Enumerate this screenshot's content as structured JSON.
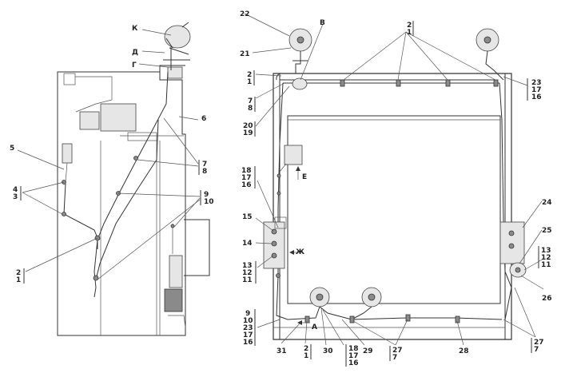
{
  "labels": {
    "k": "К",
    "d": "Д",
    "g": "Г",
    "n5": "5",
    "n6": "6",
    "n4": "4",
    "n3": "3",
    "n7a": "7",
    "n8a": "8",
    "n9a": "9",
    "n10a": "10",
    "n2a": "2",
    "n1a": "1",
    "n22": "22",
    "v": "В",
    "n2b": "2",
    "n1b": "1",
    "n21": "21",
    "n2c": "2",
    "n1c": "1",
    "n23a": "23",
    "n17a": "17",
    "n16a": "16",
    "n7b": "7",
    "n8b": "8",
    "n20": "20",
    "n19": "19",
    "n18a": "18",
    "n17b": "17",
    "n16b": "16",
    "e": "Е",
    "n15": "15",
    "n14": "14",
    "zh": "Ж",
    "n13a": "13",
    "n12a": "12",
    "n11a": "11",
    "n24": "24",
    "n25": "25",
    "n13b": "13",
    "n12b": "12",
    "n11b": "11",
    "n26": "26",
    "n9b": "9",
    "n10b": "10",
    "n23b": "23",
    "n17c": "17",
    "n16c": "16",
    "a": "А",
    "n31": "31",
    "n2d": "2",
    "n1d": "1",
    "n30": "30",
    "n18b": "18",
    "n17d": "17",
    "n16d": "16",
    "n29": "29",
    "n27a": "27",
    "n7c": "7",
    "n28": "28",
    "n27b": "27",
    "n7d": "7"
  },
  "colors": {
    "line": "#333333",
    "watermark": "#c9cfd2",
    "background": "#ffffff"
  }
}
